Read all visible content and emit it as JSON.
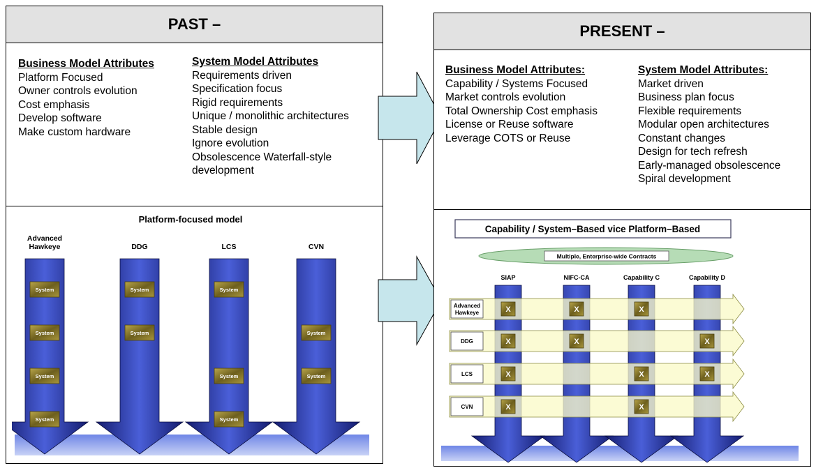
{
  "past": {
    "title": "PAST –",
    "business": {
      "heading": "Business Model Attributes",
      "items": [
        "Platform Focused",
        "Owner controls evolution",
        "Cost emphasis",
        "Develop software",
        "Make custom hardware"
      ]
    },
    "system": {
      "heading": "System Model Attributes",
      "items": [
        "Requirements driven",
        "Specification focus",
        "Rigid requirements",
        "Unique / monolithic architectures",
        "Stable design",
        "Ignore evolution",
        "Obsolescence Waterfall-style development"
      ]
    },
    "diagram": {
      "title": "Platform-focused model",
      "system_label": "System",
      "platforms": [
        {
          "name": "Advanced Hawkeye",
          "systems": [
            1,
            2,
            3,
            4
          ]
        },
        {
          "name": "DDG",
          "systems": [
            1,
            2
          ]
        },
        {
          "name": "LCS",
          "systems": [
            1,
            3,
            4
          ]
        },
        {
          "name": "CVN",
          "systems": [
            2,
            3
          ]
        }
      ]
    }
  },
  "present": {
    "title": "PRESENT –",
    "business": {
      "heading": "Business Model Attributes:",
      "items": [
        "Capability / Systems Focused",
        "Market controls evolution",
        "Total Ownership Cost emphasis",
        "License or Reuse software",
        "Leverage COTS or Reuse"
      ]
    },
    "system": {
      "heading": "System Model Attributes:",
      "items": [
        "Market driven",
        "Business plan focus",
        "Flexible requirements",
        "Modular open architectures",
        "Constant changes",
        "Design for tech refresh",
        "Early-managed obsolescence",
        "Spiral development"
      ]
    },
    "diagram": {
      "title": "Capability / System–Based vice Platform–Based",
      "contracts_label": "Multiple, Enterprise-wide Contracts",
      "mark": "X",
      "capabilities": [
        "SIAP",
        "NIFC-CA",
        "Capability C",
        "Capability D"
      ],
      "platforms": [
        {
          "name": "Advanced Hawkeye",
          "marks": [
            true,
            true,
            true,
            false
          ]
        },
        {
          "name": "DDG",
          "marks": [
            true,
            true,
            false,
            true
          ]
        },
        {
          "name": "LCS",
          "marks": [
            true,
            false,
            true,
            true
          ]
        },
        {
          "name": "CVN",
          "marks": [
            true,
            false,
            true,
            false
          ]
        }
      ]
    }
  },
  "colors": {
    "header_bg": "#e2e2e2",
    "arrow_fill": "#c6e6ec",
    "column_dark": "#1c2585",
    "column_light": "#5a6de0",
    "system_box": "#8a7a2c",
    "row_band": "#fafac8",
    "ellipse": "#b6dcb6"
  }
}
